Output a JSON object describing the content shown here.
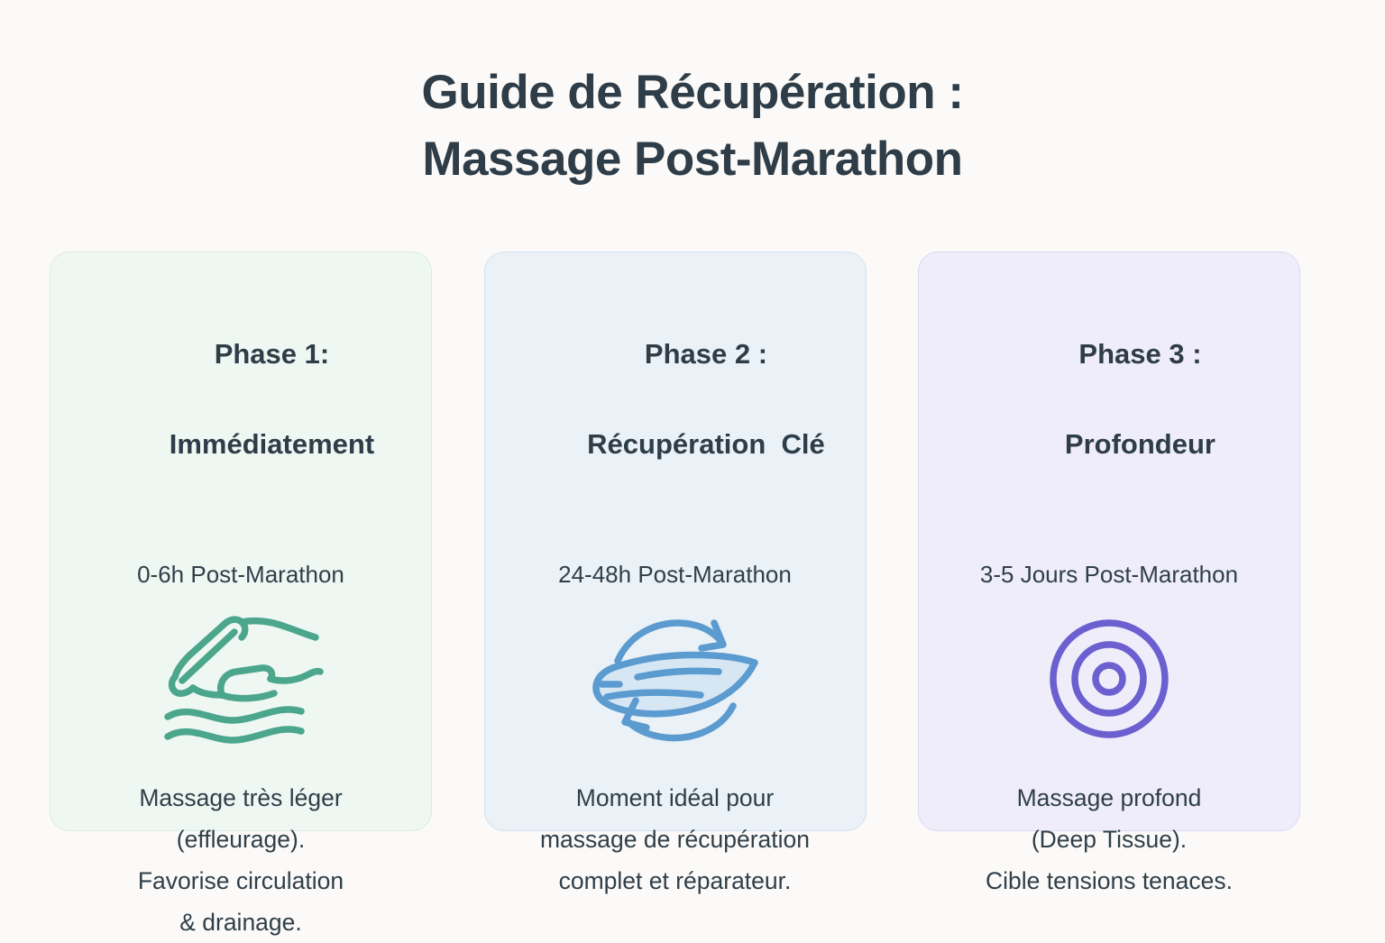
{
  "page": {
    "background_color": "#fbfaf8",
    "text_color": "#2e3d48"
  },
  "header": {
    "title_line1": "Guide de Récupération :",
    "title_line2": "Massage Post-Marathon"
  },
  "cards": [
    {
      "title_line1": "Phase 1:",
      "title_line2": "Immédiatement",
      "timing": "0-6h Post-Marathon",
      "icon": "hand-effleurage-icon",
      "icon_color": "#4ca68c",
      "description": "Massage très léger\n(effleurage).\nFavorise circulation\n& drainage.",
      "background_color": "#eff7f3",
      "border_color": "#dcebe4"
    },
    {
      "title_line1": "Phase 2 :",
      "title_line2": "Récupération  Clé",
      "timing": "24-48h Post-Marathon",
      "icon": "muscle-recovery-cycle-icon",
      "icon_color": "#5b9bd0",
      "description": "Moment idéal pour\nmassage de récupération\ncomplet et réparateur.",
      "background_color": "#eaf1f7",
      "border_color": "#d3e2ef"
    },
    {
      "title_line1": "Phase 3 :",
      "title_line2": "Profondeur",
      "timing": "3-5 Jours Post-Marathon",
      "icon": "deep-tissue-target-icon",
      "icon_color": "#6c5fd0",
      "description": "Massage profond\n(Deep Tissue).\nCible tensions tenaces.",
      "background_color": "#efedfa",
      "border_color": "#ddd8f3"
    }
  ]
}
